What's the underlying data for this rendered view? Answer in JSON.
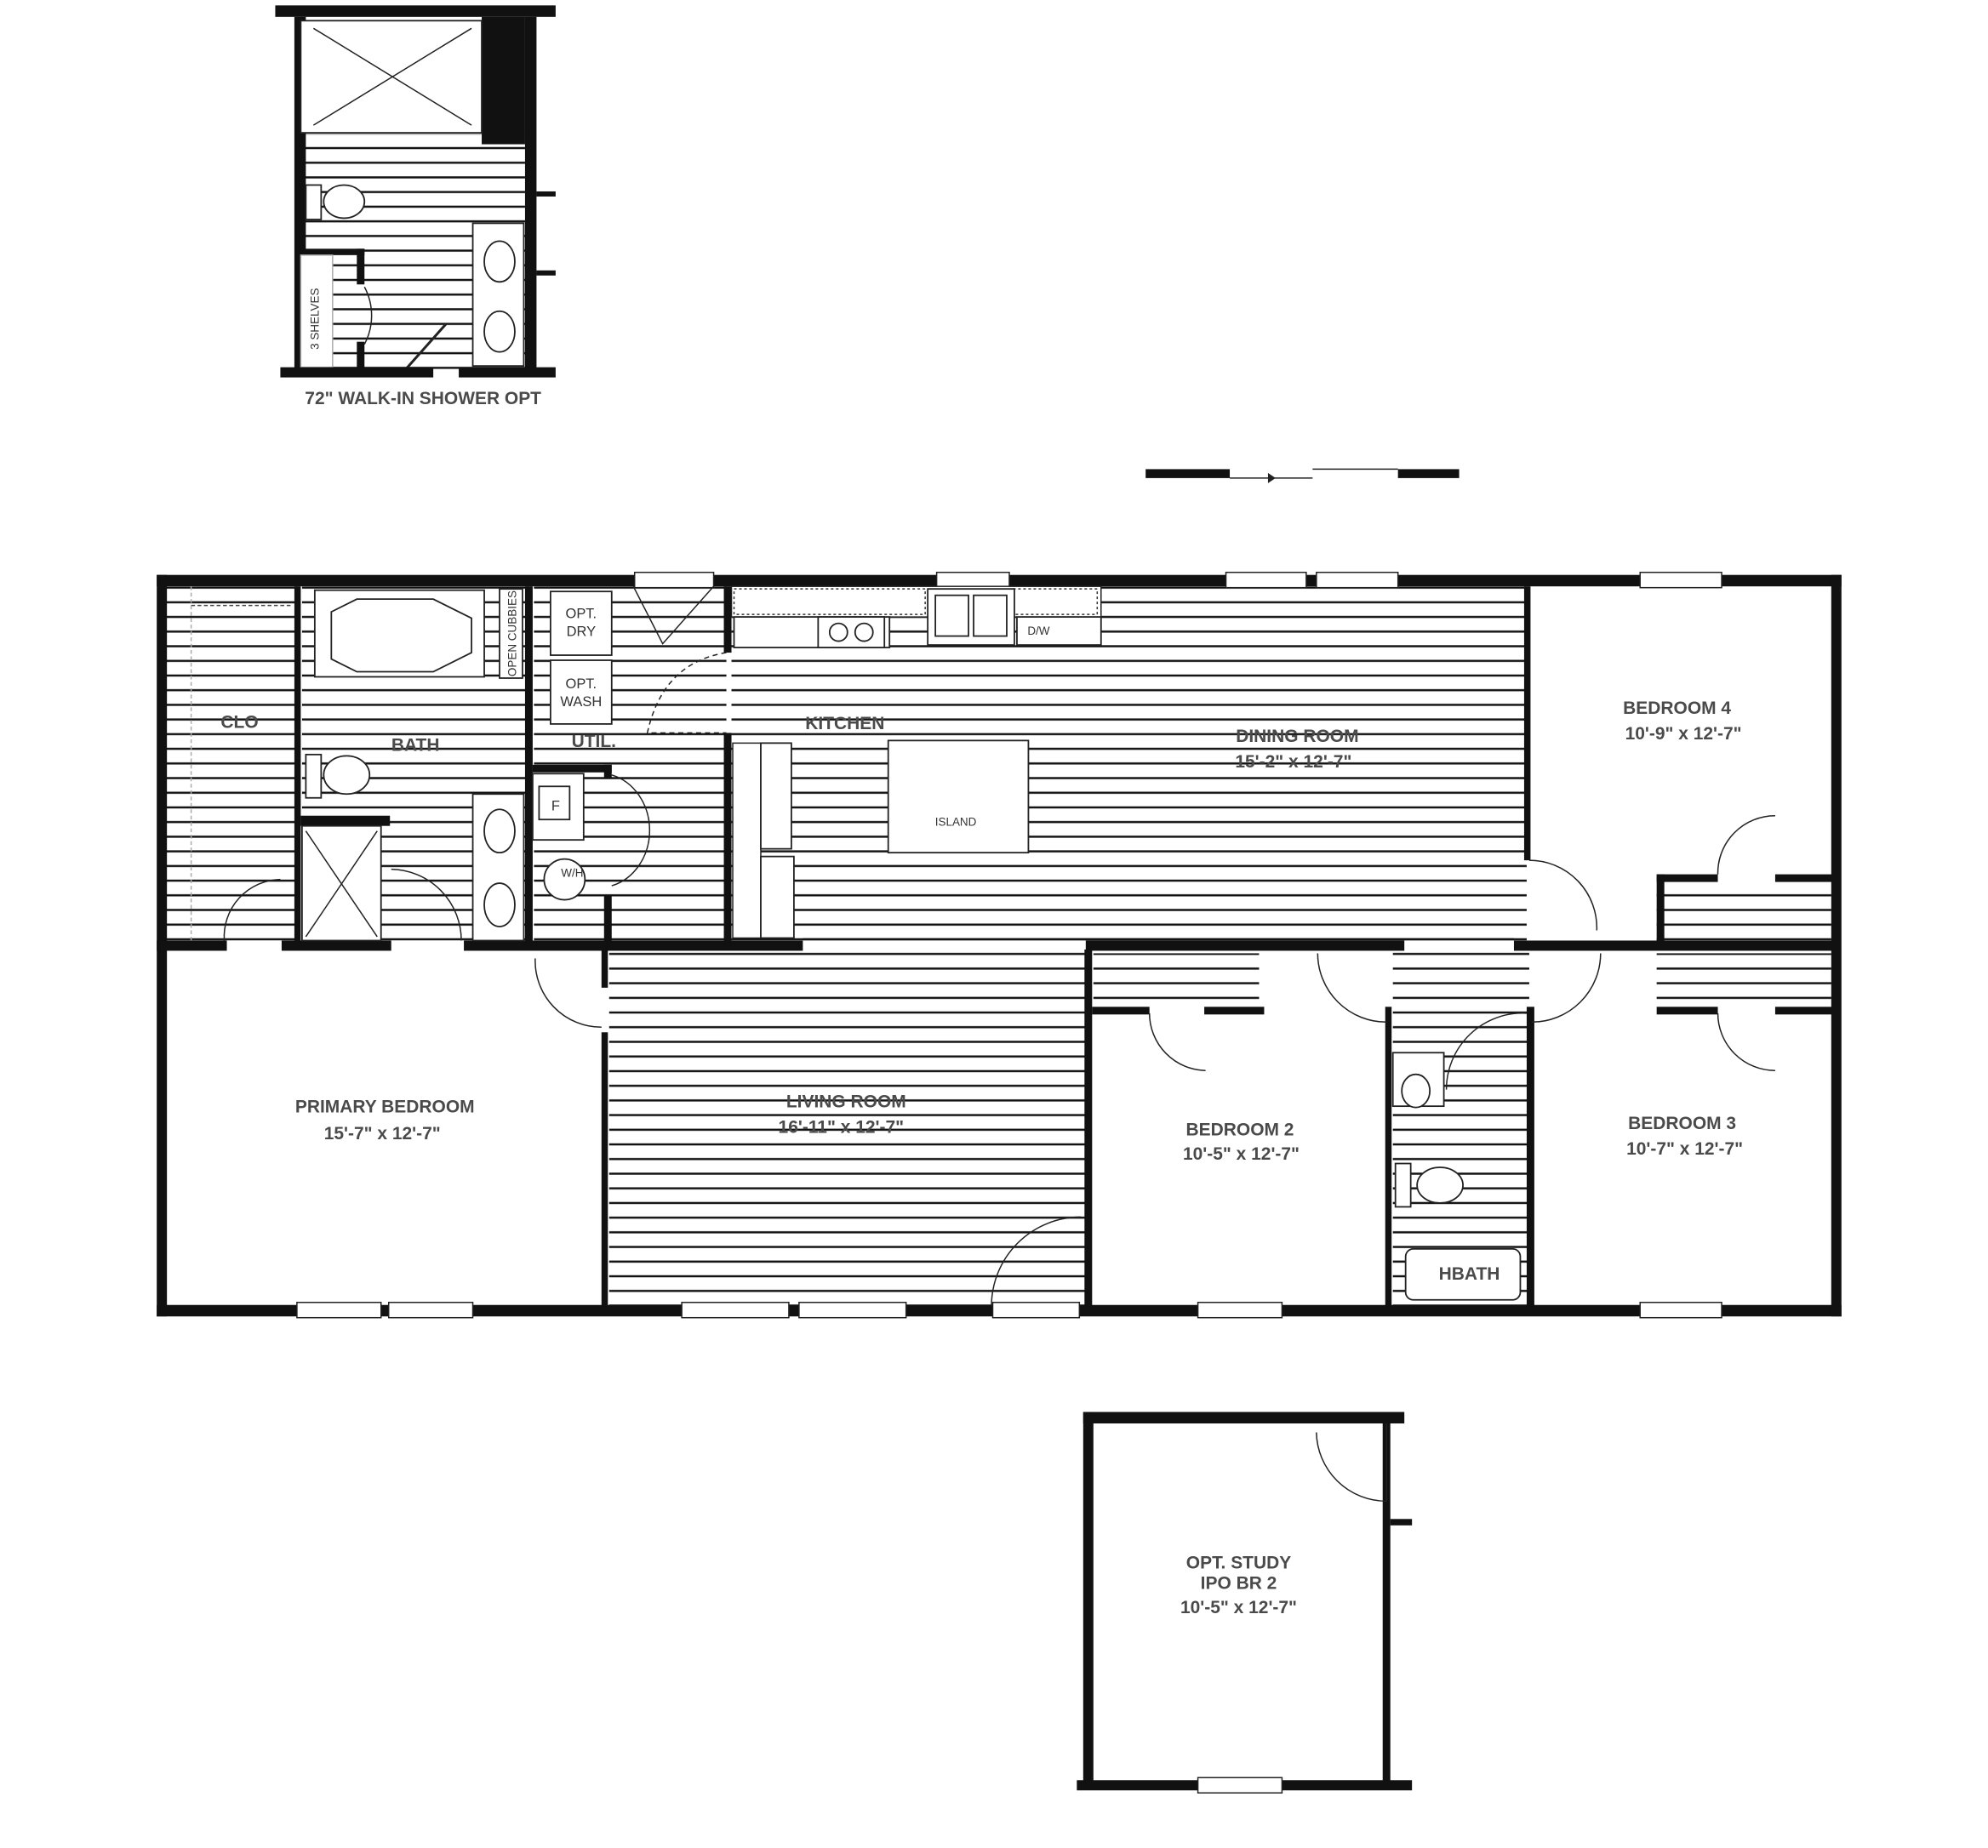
{
  "title": "Floor Plan",
  "option_shower": {
    "caption": "72\" WALK-IN SHOWER OPT",
    "shelves": "3 SHELVES"
  },
  "rooms": {
    "clo": "CLO",
    "bath": "BATH",
    "util": "UTIL.",
    "kitchen": "KITCHEN",
    "dining": {
      "name": "DINING ROOM",
      "size": "15'-2\" x  12'-7\""
    },
    "bedroom4": {
      "name": "BEDROOM 4",
      "size": "10'-9\" x  12'-7\""
    },
    "primary": {
      "name": "PRIMARY BEDROOM",
      "size": "15'-7\" x  12'-7\""
    },
    "living": {
      "name": "LIVING ROOM",
      "size": "16'-11\" x  12'-7\""
    },
    "bedroom2": {
      "name": "BEDROOM 2",
      "size": "10'-5\" x  12'-7\""
    },
    "bedroom3": {
      "name": "BEDROOM 3",
      "size": "10'-7\" x  12'-7\""
    },
    "hbath": "HBATH",
    "study": {
      "name": "OPT. STUDY",
      "sub": "IPO BR 2",
      "size": "10'-5\" x  12'-7\""
    }
  },
  "fixtures": {
    "dry": [
      "OPT.",
      "DRY"
    ],
    "wash": [
      "OPT.",
      "WASH"
    ],
    "cubbies": "OPEN CUBBIES",
    "furnace": "F",
    "water_heater": "W/H",
    "island": "ISLAND",
    "dishwasher": "D/W"
  }
}
